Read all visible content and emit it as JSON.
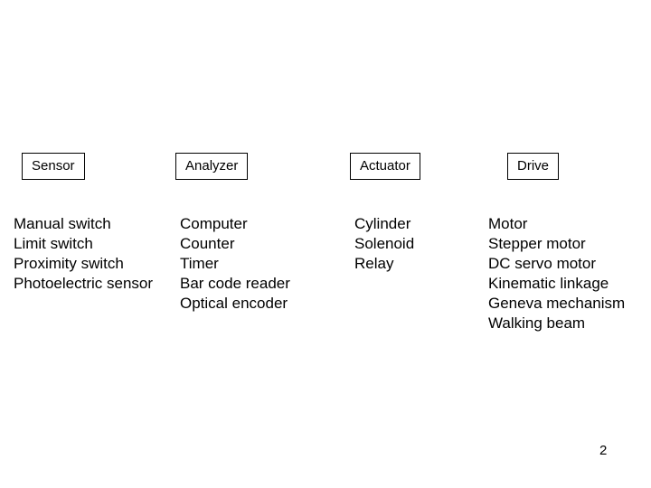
{
  "slide": {
    "background_color": "#ffffff",
    "text_color": "#000000",
    "border_color": "#000000",
    "page_number": "2",
    "columns": [
      {
        "header": "Sensor",
        "items": [
          "Manual switch",
          "Limit switch",
          "Proximity switch",
          "Photoelectric sensor"
        ]
      },
      {
        "header": "Analyzer",
        "items": [
          "Computer",
          "Counter",
          "Timer",
          "Bar code reader",
          "Optical encoder"
        ]
      },
      {
        "header": "Actuator",
        "items": [
          "Cylinder",
          "Solenoid",
          "Relay"
        ]
      },
      {
        "header": "Drive",
        "items": [
          "Motor",
          "Stepper motor",
          "DC servo motor",
          "Kinematic linkage",
          "Geneva mechanism",
          "Walking beam"
        ]
      }
    ]
  }
}
